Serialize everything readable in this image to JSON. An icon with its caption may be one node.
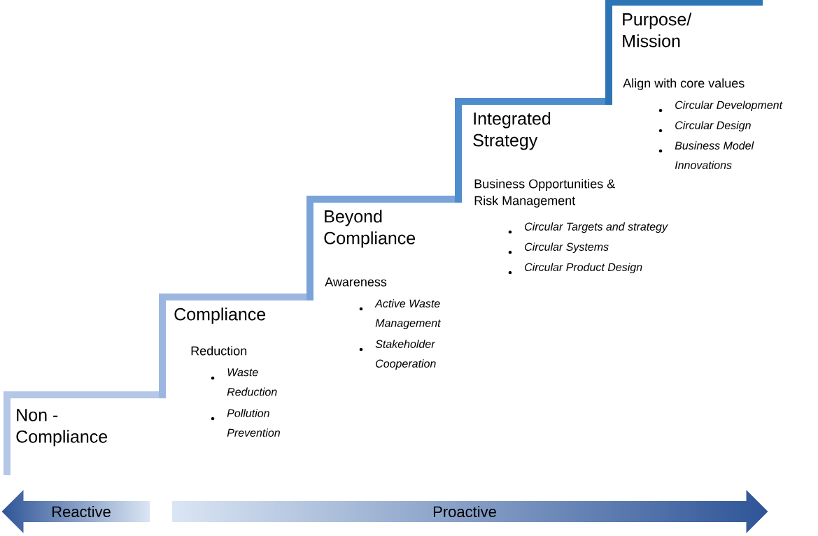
{
  "diagram": {
    "nodes": [
      {
        "text": [
          "Reactive"
        ]
      },
      {
        "text": [
          "Proactive"
        ]
      }
    ],
    "labels": [
      "Non - Compliance",
      "Compliance",
      "Reduction",
      "Waste Reduction",
      "Pollution Prevention",
      "Beyond Compliance",
      "Awareness",
      "Active Waste Management",
      "Stakeholder Cooperation",
      "Integrated Strategy",
      "Business Opportunities & Risk Management",
      "Circular Targets and strategy",
      "Circular Systems",
      "Circular Product Design",
      "Purpose/ Mission",
      "Align with core values",
      "Circular Development",
      "Circular Design",
      "Business Model Innovations"
    ]
  }
}
